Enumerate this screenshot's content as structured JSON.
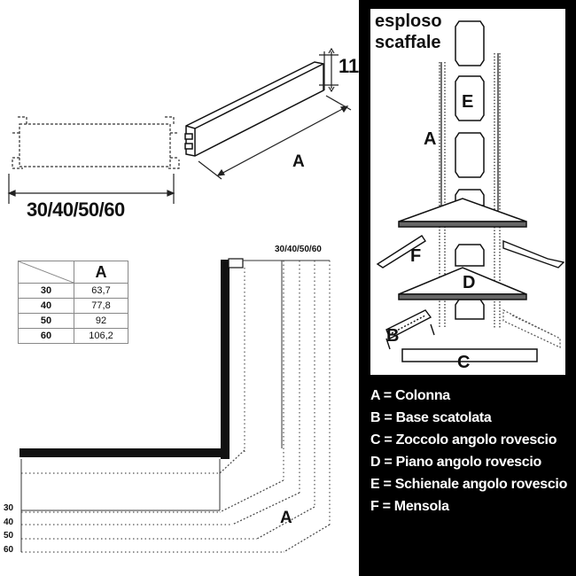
{
  "top_left": {
    "dimension_label": "30/40/50/60",
    "height_label": "11",
    "part_label": "A"
  },
  "table": {
    "header": "A",
    "rows": [
      {
        "size": "30",
        "value": "63,7"
      },
      {
        "size": "40",
        "value": "77,8"
      },
      {
        "size": "50",
        "value": "92"
      },
      {
        "size": "60",
        "value": "106,2"
      }
    ]
  },
  "plan": {
    "top_dimensions": "30/40/50/60",
    "size_labels": [
      "30",
      "40",
      "50",
      "60"
    ],
    "part_label": "A"
  },
  "exploded": {
    "title_line1": "esploso",
    "title_line2": "scaffale",
    "labels": {
      "A": "A",
      "B": "B",
      "C": "C",
      "D": "D",
      "E": "E",
      "F": "F"
    }
  },
  "legend": [
    "A = Colonna",
    "B = Base scatolata",
    "C = Zoccolo angolo rovescio",
    "D = Piano angolo rovescio",
    "E = Schienale angolo rovescio",
    "F = Mensola"
  ]
}
